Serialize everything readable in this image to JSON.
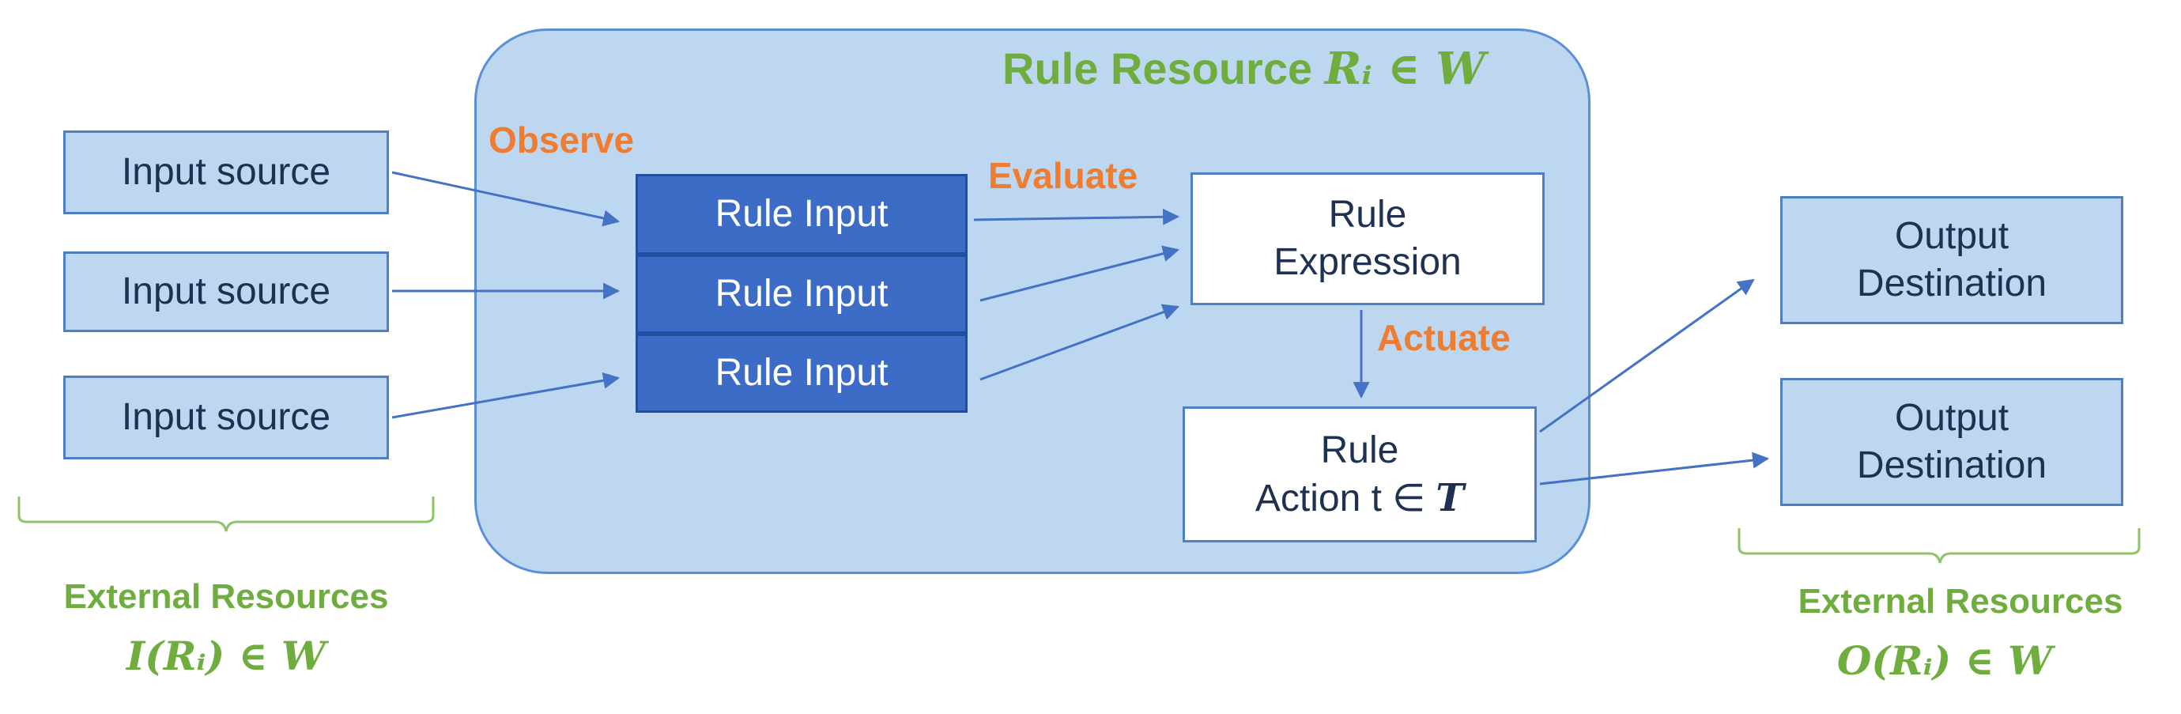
{
  "rule_resource": {
    "title_text": "Rule Resource ",
    "title_math": "Rᵢ ∈ W"
  },
  "inputs": [
    "Input source",
    "Input source",
    "Input source"
  ],
  "rule_inputs": [
    "Rule Input",
    "Rule Input",
    "Rule Input"
  ],
  "stages": {
    "observe": "Observe",
    "evaluate": "Evaluate",
    "actuate": "Actuate"
  },
  "rule_expression": {
    "line1": "Rule",
    "line2": "Expression"
  },
  "rule_action": {
    "line1": "Rule",
    "line2_text": "Action t ∈ ",
    "line2_math": "T"
  },
  "outputs": [
    {
      "line1": "Output",
      "line2": "Destination"
    },
    {
      "line1": "Output",
      "line2": "Destination"
    }
  ],
  "external_left": {
    "label": "External Resources",
    "math": "I(Rᵢ) ∈ W"
  },
  "external_right": {
    "label": "External Resources",
    "math": "O(Rᵢ) ∈ W"
  },
  "colors": {
    "container_fill": "#bcd7ef",
    "rule_input_fill": "#3d6cc6",
    "arrow": "#4472c4",
    "stage_label": "#ee7d31",
    "resource_label": "#6fad3f"
  }
}
